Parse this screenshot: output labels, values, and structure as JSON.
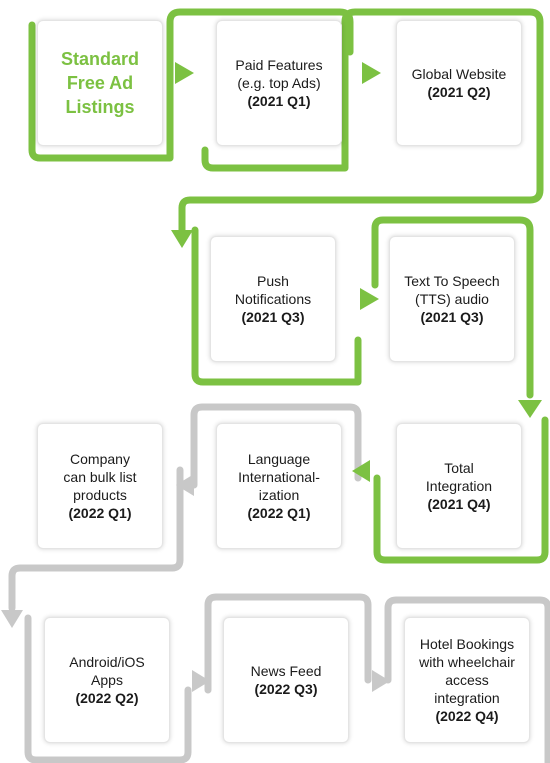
{
  "colors": {
    "green": "#7cc142",
    "gray": "#c8c8c8"
  },
  "steps": [
    {
      "title": "Standard\nFree Ad\nListings",
      "date": ""
    },
    {
      "title": "Paid Features\n(e.g. top Ads)",
      "date": "(2021 Q1)"
    },
    {
      "title": "Global Website",
      "date": "(2021 Q2)"
    },
    {
      "title": "Push\nNotifications",
      "date": "(2021 Q3)"
    },
    {
      "title": "Text To Speech\n(TTS) audio",
      "date": "(2021 Q3)"
    },
    {
      "title": "Total\nIntegration",
      "date": "(2021 Q4)"
    },
    {
      "title": "Language\nInternational-\nization",
      "date": "(2022 Q1)"
    },
    {
      "title": "Company\ncan bulk list\nproducts",
      "date": "(2022 Q1)"
    },
    {
      "title": "Android/iOS\nApps",
      "date": "(2022 Q2)"
    },
    {
      "title": "News Feed",
      "date": "(2022 Q3)"
    },
    {
      "title": "Hotel Bookings\nwith wheelchair\naccess\nintegration",
      "date": "(2022 Q4)"
    }
  ]
}
